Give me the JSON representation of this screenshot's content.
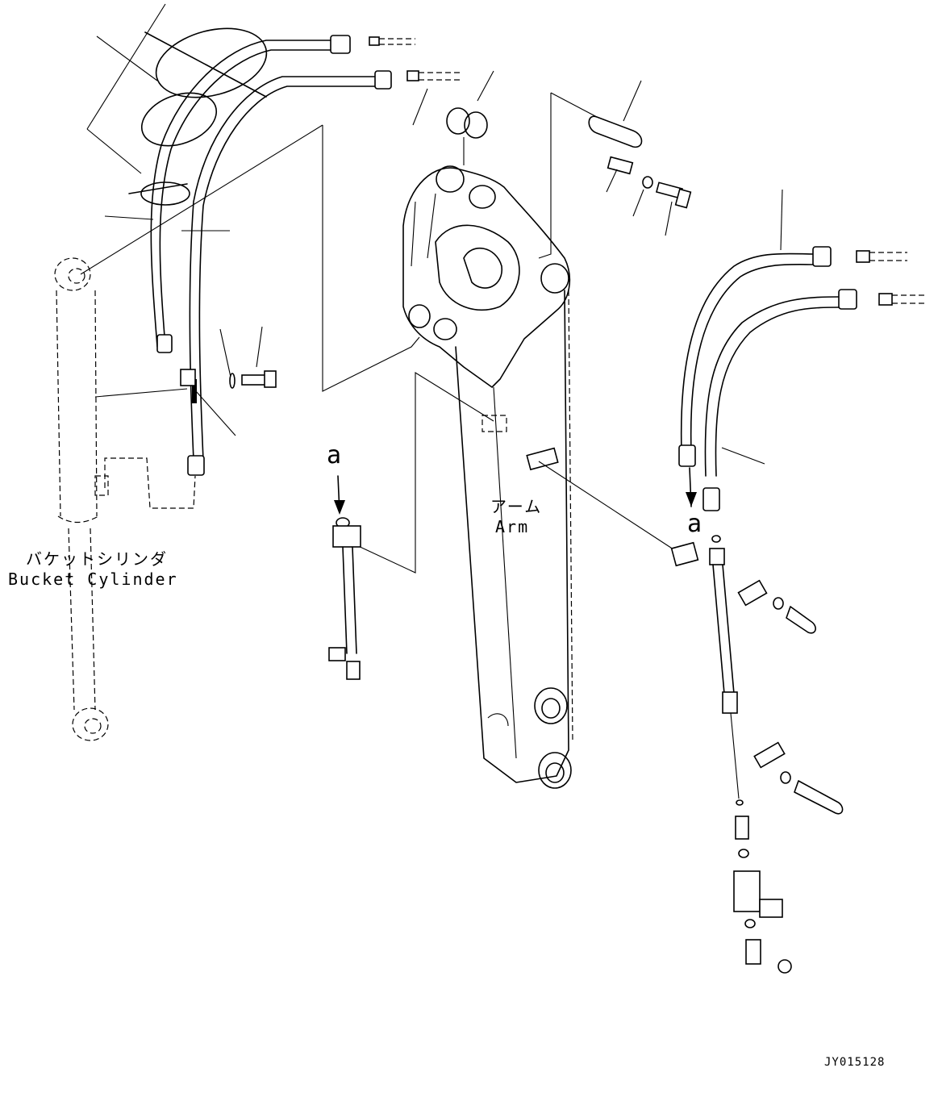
{
  "labels": {
    "bucket_cylinder_jp": "バケットシリンダ",
    "bucket_cylinder_en": "Bucket Cylinder",
    "arm_jp": "アーム",
    "arm_en": "Arm",
    "ref_mark_left": "a",
    "ref_mark_right": "a",
    "drawing_code": "JY015128"
  }
}
